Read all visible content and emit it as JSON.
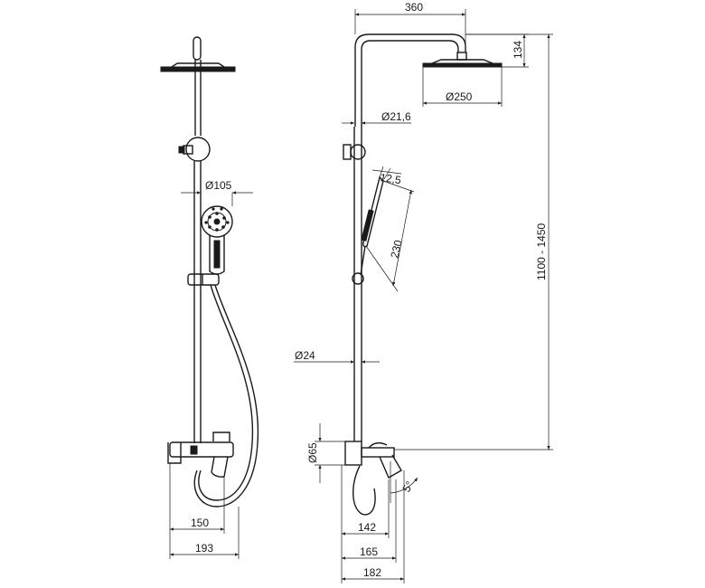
{
  "dimensions": {
    "width_head_arm": "360",
    "head_height": "134",
    "head_diameter": "Ø250",
    "pipe_diameter": "Ø21,6",
    "handshower_angle": "12,5",
    "handshower_length": "230",
    "total_height": "1100 - 1450",
    "lower_pipe_diameter": "Ø24",
    "handshower_diameter": "Ø105",
    "mixer_diameter": "Ø65",
    "tilt_angle": "5°",
    "front_width_a": "150",
    "front_width_b": "193",
    "side_depth_a": "142",
    "side_depth_b": "165",
    "side_depth_c": "182"
  },
  "colors": {
    "line": "#1a1a1a",
    "background": "#ffffff"
  }
}
